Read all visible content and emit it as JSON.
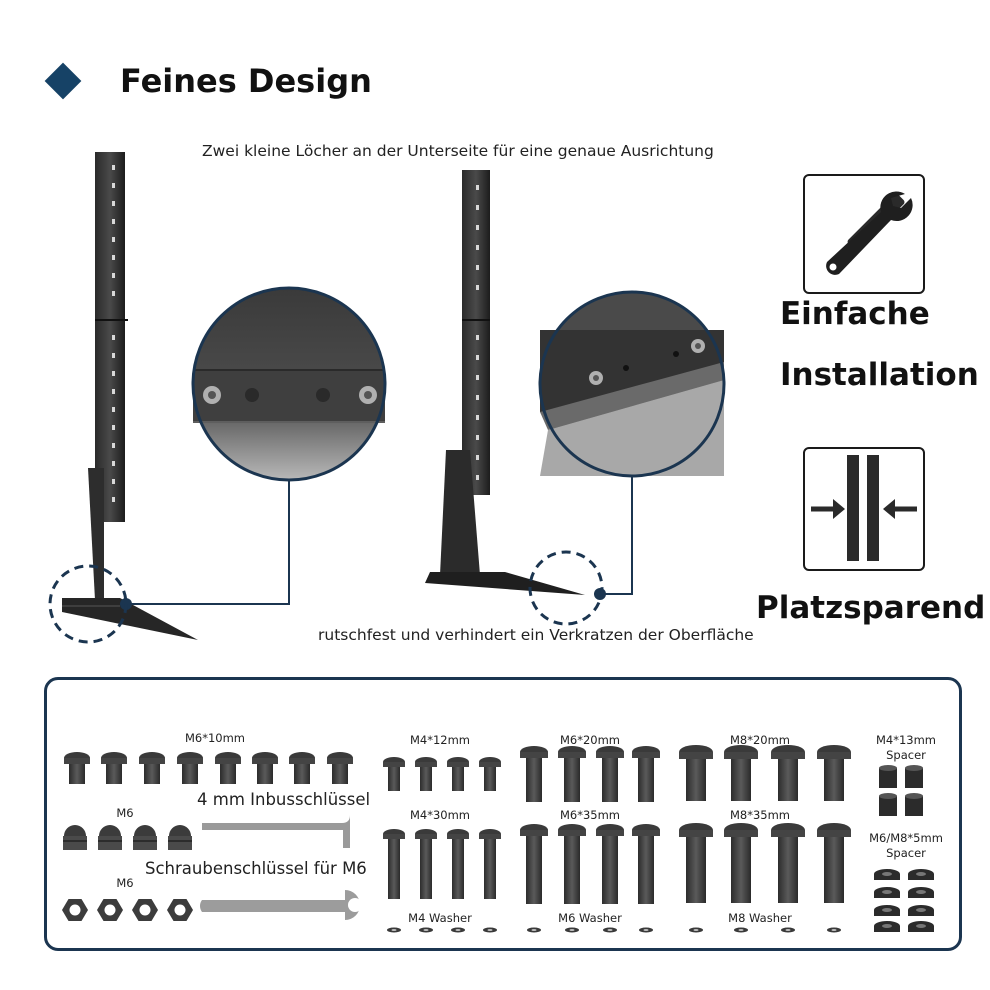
{
  "header": {
    "title": "Feines Design",
    "bullet_icon": "diamond-bullet-icon",
    "bullet_color": "#164266"
  },
  "captions": {
    "top": "Zwei kleine Löcher an der Unterseite für eine genaue Ausrichtung",
    "bottom": "rutschfest und verhindert ein Verkratzen der Oberfläche"
  },
  "features": [
    {
      "label": "Einfache",
      "icon": "wrench-screwdriver-icon"
    },
    {
      "label": "Installation"
    },
    {
      "label": "Platzsparend",
      "icon": "compress-arrows-icon"
    }
  ],
  "accent_color": "#1b3550",
  "parts": {
    "m6x10": {
      "label": "M6*10mm"
    },
    "m6_cap_nut": {
      "label": "M6"
    },
    "m6_nut": {
      "label": "M6"
    },
    "allen_key": {
      "label": "4 mm Inbusschlüssel"
    },
    "wrench": {
      "label": "Schraubenschlüssel für M6"
    },
    "m4x12": {
      "label": "M4*12mm"
    },
    "m4x30": {
      "label": "M4*30mm"
    },
    "m4_washer": {
      "label": "M4 Washer"
    },
    "m6x20": {
      "label": "M6*20mm"
    },
    "m6x35": {
      "label": "M6*35mm"
    },
    "m6_washer": {
      "label": "M6 Washer"
    },
    "m8x20": {
      "label": "M8*20mm"
    },
    "m8x35": {
      "label": "M8*35mm"
    },
    "m8_washer": {
      "label": "M8 Washer"
    },
    "spacer_13": {
      "label_1": "M4*13mm",
      "label_2": "Spacer"
    },
    "spacer_5": {
      "label_1": "M6/M8*5mm",
      "label_2": "Spacer"
    }
  }
}
